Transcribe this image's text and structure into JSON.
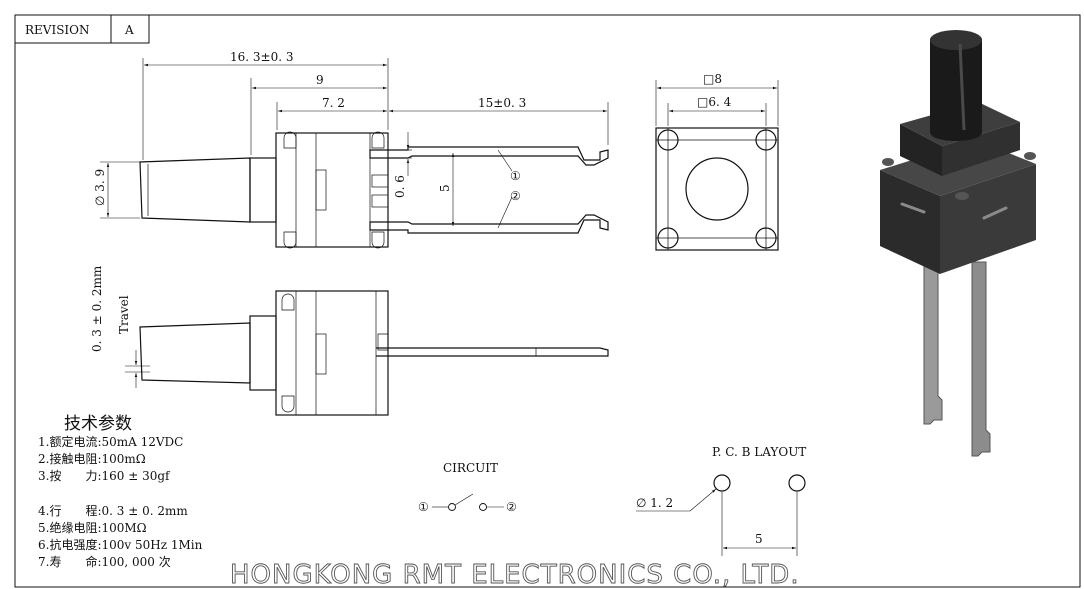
{
  "title_block": {
    "revision_label": "REVISION",
    "revision_value": "A"
  },
  "dimensions": {
    "overall_length": "16. 3±0. 3",
    "body_length_9": "9",
    "body_length_72": "7. 2",
    "pin_length": "15±0. 3",
    "plunger_dia": "∅ 3. 9",
    "pin_thickness": "0. 6",
    "pin_pitch": "5",
    "square_8": "□8",
    "square_64": "□6. 4",
    "travel_value": "0. 3 ± 0. 2mm",
    "travel_label": "Travel"
  },
  "pin_markers": [
    "①",
    "②"
  ],
  "specs": {
    "heading": "技术参数",
    "lines": [
      "1.额定电流:50mA 12VDC",
      "2.接触电阻:100mΩ",
      "3.按　　力:160 ± 30gf",
      "4.行　　程:0. 3 ± 0. 2mm",
      "5.绝缘电阻:100MΩ",
      "6.抗电强度:100v 50Hz 1Min",
      "7.寿　　命:100, 000 次"
    ]
  },
  "circuit": {
    "label": "CIRCUIT",
    "pin1": "①",
    "pin2": "②"
  },
  "pcb": {
    "label": "P. C. B LAYOUT",
    "hole_dia": "∅ 1. 2",
    "pitch": "5"
  },
  "watermark": "HONGKONG RMT ELECTRONICS CO., LTD.",
  "colors": {
    "line": "#111111",
    "body_dark": "#1c1c1c",
    "body_mid": "#3a3a3a",
    "pin_metal": "#9a9a9a"
  }
}
